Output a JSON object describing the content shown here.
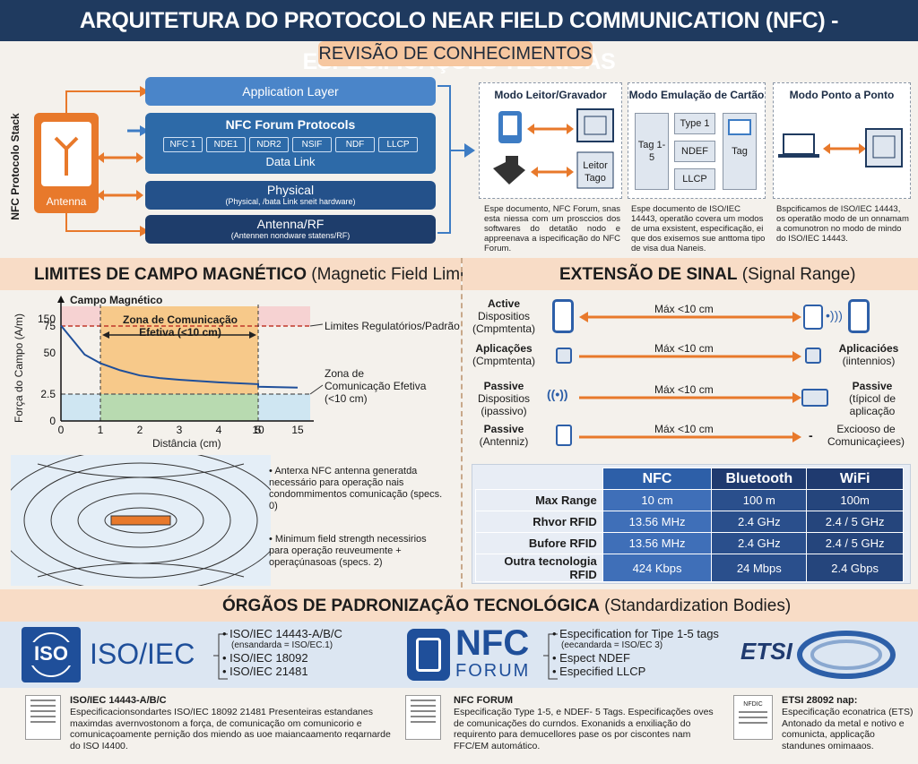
{
  "header": {
    "title": "ARQUITETURA DO PROTOCOLO NEAR FIELD COMMUNICATION (NFC) - ESPECIFICAÇÕES TÉCNICAS",
    "subtitle": "REVISÃO DE CONHECIMENTOS"
  },
  "stack": {
    "side_label": "NFC Protocolo Stack",
    "antenna_label": "Antenna",
    "application": "Application Layer",
    "forum_title": "NFC Forum Protocols",
    "protocols": [
      "NFC 1",
      "NDE1",
      "NDR2",
      "NSIF",
      "NDF",
      "LLCP"
    ],
    "data_link": "Data Link",
    "physical": "Physical",
    "physical_sub": "(Physical, /bata Link sneit hardware)",
    "antenna_rf": "Antenna/RF",
    "antenna_rf_sub": "(Antennen nondware statens/RF)"
  },
  "modes": {
    "reader": {
      "title": "Modo Leitor/Gravador",
      "box_label": "Leitor Tago",
      "desc": "Espe documento, NFC Forum, snas esta niessa com um prosccios dos softwares do detatão nodo e appreenava a ispecificação do NFC Forum."
    },
    "emulation": {
      "title": "Modo Emulação de Cartão",
      "tag_range": "Tag 1-5",
      "type": "Type 1",
      "ndef": "NDEF",
      "llcp": "LLCP",
      "tag": "Tag",
      "desc": "Espe documento de ISO/IEC 14443, operatão covera um modos de uma exsistent, especificação, ei que dos exisemos sue anttoma tipo de visa dua Naneis."
    },
    "p2p": {
      "title": "Modo Ponto a Ponto",
      "desc": "Bspcificamos de ISO/IEC 14443, os operatão modo de un onnamam a comunotron no modo de mindo do ISO/IEC 14443."
    }
  },
  "field": {
    "section_title": "LIMITES DE CAMPO MAGNÉTICO",
    "section_title_en": "(Magnetic Field Limits)",
    "chart_heading": "Campo Magnético",
    "zone_label": "Zona de Comunicação Efetiva (<10 cm)",
    "legend_reg": "Limites Regulatórios/Padrão",
    "legend_zone": "Zona de Comunicação Efetiva (<10 cm)",
    "dipole_note_1": "Anterxa NFC antenna generatda necessário para operação nais condommimentos comunicação (specs. 0)",
    "dipole_note_2": "Minimum field strength necessirios para operação reuveumente + operaçúnasoas (specs. 2)"
  },
  "chart_data": {
    "type": "line",
    "title": "Campo Magnético",
    "xlabel": "Distância (cm)",
    "ylabel": "Força do Campo (A/m)",
    "x_ticks": [
      "0",
      "1",
      "2",
      "3",
      "4",
      "5",
      "10",
      "15"
    ],
    "y_ticks": [
      "0",
      "2.5",
      "50",
      "75",
      "150"
    ],
    "series": [
      {
        "x": [
          0,
          0.3,
          0.6,
          1,
          1.5,
          2,
          2.5,
          3,
          4,
          5,
          10,
          15
        ],
        "y": [
          80,
          62,
          48,
          38,
          30,
          24,
          21,
          19,
          16,
          14,
          11,
          10
        ]
      }
    ],
    "reg_limit": 75,
    "min_limit": 2.5
  },
  "range": {
    "section_title": "EXTENSÃO DE SINAL",
    "section_title_en": "(Signal Range)",
    "rows": [
      {
        "left_bold": "Active",
        "left": "Dispositios (Cmpmtenta)",
        "label": "Máx <10 cm",
        "right_bold": "",
        "right": ""
      },
      {
        "left_bold": "Aplicações",
        "left": "(Cmpmtenta)",
        "label": "Máx <10 cm",
        "right_bold": "Aplicacióes",
        "right": "(iintennios)"
      },
      {
        "left_bold": "Passive",
        "left": "Dispositios (ipassivo)",
        "label": "Máx <10 cm",
        "right_bold": "Passive",
        "right": "(típicol de aplicação"
      },
      {
        "left_bold": "Passive",
        "left": "(Antenniz)",
        "label": "Máx <10 cm",
        "right_bold": "",
        "right": "Excioosо de Comunicaçiees)"
      }
    ],
    "right_dash": "-"
  },
  "compare": {
    "headers": [
      "NFC",
      "Bluetooth",
      "WiFi"
    ],
    "rows": [
      {
        "label": "Max Range",
        "values": [
          "10 cm",
          "100 m",
          "100m"
        ]
      },
      {
        "label": "Rhvor RFID",
        "values": [
          "13.56 MHz",
          "2.4 GHz",
          "2.4 / 5 GHz"
        ]
      },
      {
        "label": "Bufore RFID",
        "values": [
          "13.56 MHz",
          "2.4 GHz",
          "2.4 / 5 GHz"
        ]
      },
      {
        "label": "Outra tecnologia RFID",
        "values": [
          "424 Kbps",
          "24 Mbps",
          "2.4 Gbps"
        ]
      }
    ]
  },
  "bodies": {
    "section_title": "ÓRGÃOS DE PADRONIZAÇÃO TECNOLÓGICA",
    "section_title_en": "(Standardization Bodies)",
    "iso": {
      "logo": "ISO",
      "name": "ISO/IEC",
      "items": [
        "ISO/IEC 14443-A/B/C",
        "(ensandarda = ISO/EC.1)",
        "ISO/IEC 18092",
        "ISO/IEC 21481"
      ],
      "doc_title": "ISO/IEC 14443-A/B/C",
      "doc_text": "Especificacionsondartes ISO/IEC 18092 21481 Presenteiras estandanes maximdas avernvostonom a força, de comunicação om comunicorio e comunicaçoamente pernição dos miendo as uoe maiancaamento reqarnarde do ISO I4400."
    },
    "nfc": {
      "logo_big": "NFC",
      "logo_small": "FORUM",
      "items": [
        "Especification for Tipe 1-5 tags",
        "(eecandarda = ISO/EC 3)",
        "Espect NDEF",
        "Especified LLCP"
      ],
      "doc_title": "NFC FORUM",
      "doc_text": "Especificação Type 1-5, e NDEF- 5 Tags. Especificações oves de comunicações do curndos. Exonanids a enxiliação do requirento para demucellores pase os por ciscontes nam FFC/EM automático."
    },
    "etsi": {
      "logo": "ETSI",
      "doc_icon": "NFDIC",
      "doc_title": "ETSI 28092 nap:",
      "doc_text": "Especificação econatrica (ETS) Antonado da metal e notivo e comunicta, applicação standunes omimaaos."
    }
  },
  "colors": {
    "orange": "#e8792b",
    "navy": "#1f3a5f",
    "blue": "#3d7cc4",
    "band": "#f8dcc6"
  }
}
